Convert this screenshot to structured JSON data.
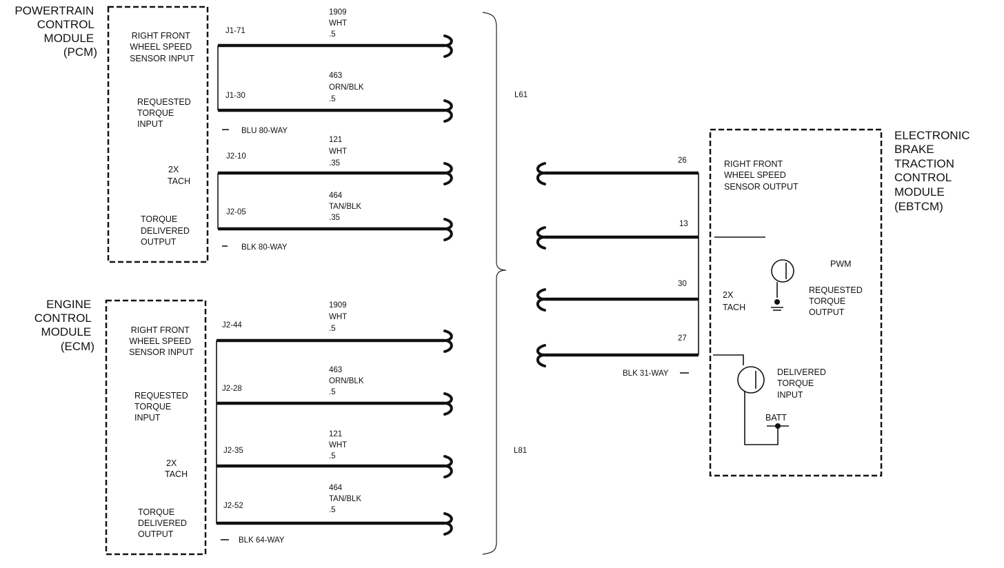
{
  "pcm": {
    "title": [
      "POWERTRAIN",
      "CONTROL",
      "MODULE",
      "(PCM)"
    ],
    "pins": [
      {
        "label": [
          "RIGHT FRONT",
          "WHEEL SPEED",
          "SENSOR INPUT"
        ],
        "terminal": "J1-71",
        "circuit": "1909",
        "color": "WHT",
        "gauge": ".5"
      },
      {
        "label": [
          "REQUESTED",
          "TORQUE",
          "INPUT"
        ],
        "terminal": "J1-30",
        "circuit": "463",
        "color": "ORN/BLK",
        "gauge": ".5"
      },
      {
        "label": [
          "2X",
          "TACH"
        ],
        "terminal": "J2-10",
        "circuit": "121",
        "color": "WHT",
        "gauge": ".35"
      },
      {
        "label": [
          "TORQUE",
          "DELIVERED",
          "OUTPUT"
        ],
        "terminal": "J2-05",
        "circuit": "464",
        "color": "TAN/BLK",
        "gauge": ".35"
      }
    ],
    "connectors": [
      "BLU 80-WAY",
      "BLK 80-WAY"
    ]
  },
  "ecm": {
    "title": [
      "ENGINE",
      "CONTROL",
      "MODULE",
      "(ECM)"
    ],
    "pins": [
      {
        "label": [
          "RIGHT FRONT",
          "WHEEL SPEED",
          "SENSOR INPUT"
        ],
        "terminal": "J2-44",
        "circuit": "1909",
        "color": "WHT",
        "gauge": ".5"
      },
      {
        "label": [
          "REQUESTED",
          "TORQUE",
          "INPUT"
        ],
        "terminal": "J2-28",
        "circuit": "463",
        "color": "ORN/BLK",
        "gauge": ".5"
      },
      {
        "label": [
          "2X",
          "TACH"
        ],
        "terminal": "J2-35",
        "circuit": "121",
        "color": "WHT",
        "gauge": ".5"
      },
      {
        "label": [
          "TORQUE",
          "DELIVERED",
          "OUTPUT"
        ],
        "terminal": "J2-52",
        "circuit": "464",
        "color": "TAN/BLK",
        "gauge": ".5"
      }
    ],
    "connector": "BLK 64-WAY"
  },
  "engine_options": [
    "L61",
    "L81"
  ],
  "ebtcm": {
    "title": [
      "ELECTRONIC",
      "BRAKE",
      "TRACTION",
      "CONTROL",
      "MODULE",
      "(EBTCM)"
    ],
    "pins": [
      "26",
      "13",
      "30",
      "27"
    ],
    "connector": "BLK 31-WAY",
    "labels": {
      "wheel_speed": [
        "RIGHT FRONT",
        "WHEEL SPEED",
        "SENSOR OUTPUT"
      ],
      "pwm": "PWM",
      "requested_torque": [
        "REQUESTED",
        "TORQUE",
        "OUTPUT"
      ],
      "tach": [
        "2X",
        "TACH"
      ],
      "delivered_torque": [
        "DELIVERED",
        "TORQUE",
        "INPUT"
      ],
      "batt": "BATT"
    }
  }
}
